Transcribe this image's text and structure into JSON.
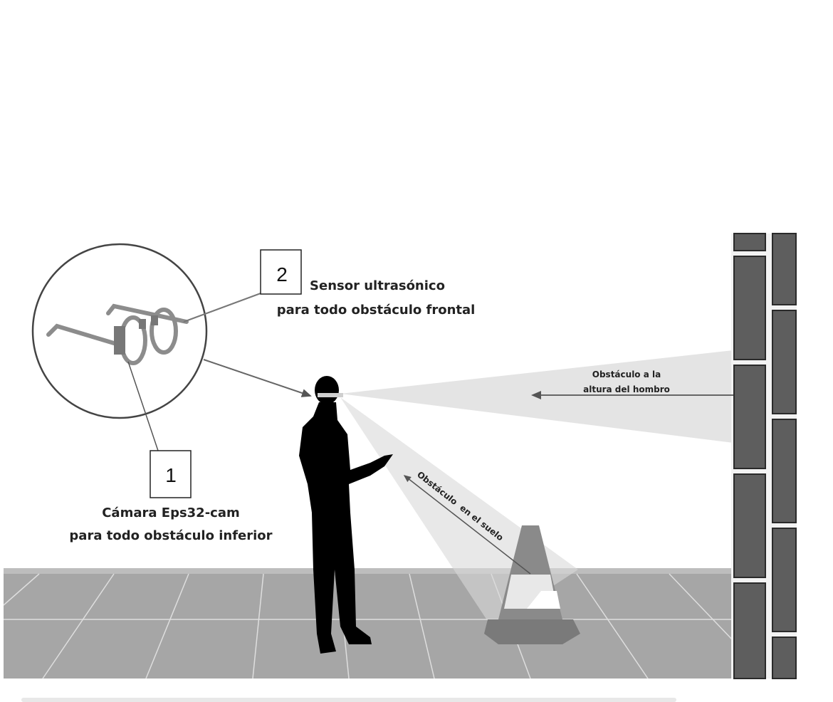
{
  "callouts": [
    {
      "number": "1",
      "line1": "Cámara Eps32-cam",
      "line2": "para todo obstáculo inferior"
    },
    {
      "number": "2",
      "line1": "Sensor ultrasónico",
      "line2": "para todo obstáculo frontal"
    }
  ],
  "beams": {
    "shoulder": {
      "line1": "Obstáculo a la",
      "line2": "altura del hombro"
    },
    "ground": {
      "label": "Obstáculo  en el suelo"
    }
  },
  "colors": {
    "floor": "#a8a8a8",
    "beam": "#e3e3e3",
    "wall": "#5c5c5c",
    "silhouette": "#000000"
  }
}
